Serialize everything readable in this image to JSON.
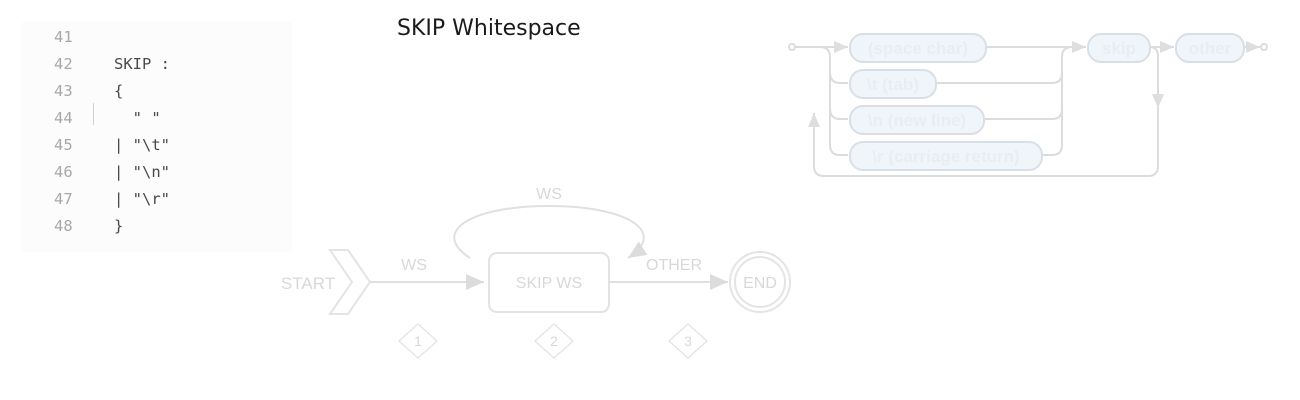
{
  "title": "SKIP Whitespace",
  "code": {
    "lines": [
      {
        "num": "41",
        "text": ""
      },
      {
        "num": "42",
        "text": "SKIP :"
      },
      {
        "num": "43",
        "text": "{"
      },
      {
        "num": "44",
        "text": "  \" \""
      },
      {
        "num": "45",
        "text": "| \"\\t\""
      },
      {
        "num": "46",
        "text": "| \"\\n\""
      },
      {
        "num": "47",
        "text": "| \"\\r\""
      },
      {
        "num": "48",
        "text": "}"
      }
    ]
  },
  "state_machine": {
    "start": "START",
    "end": "END",
    "state": "SKIP WS",
    "edge_in": "WS",
    "edge_loop": "WS",
    "edge_out": "OTHER",
    "steps": [
      "1",
      "2",
      "3"
    ]
  },
  "railroad": {
    "alternatives": [
      "(space char)",
      "\\t (tab)",
      "\\n (new line)",
      "\\r (carriage return)"
    ],
    "skip": "skip",
    "other": "other"
  }
}
